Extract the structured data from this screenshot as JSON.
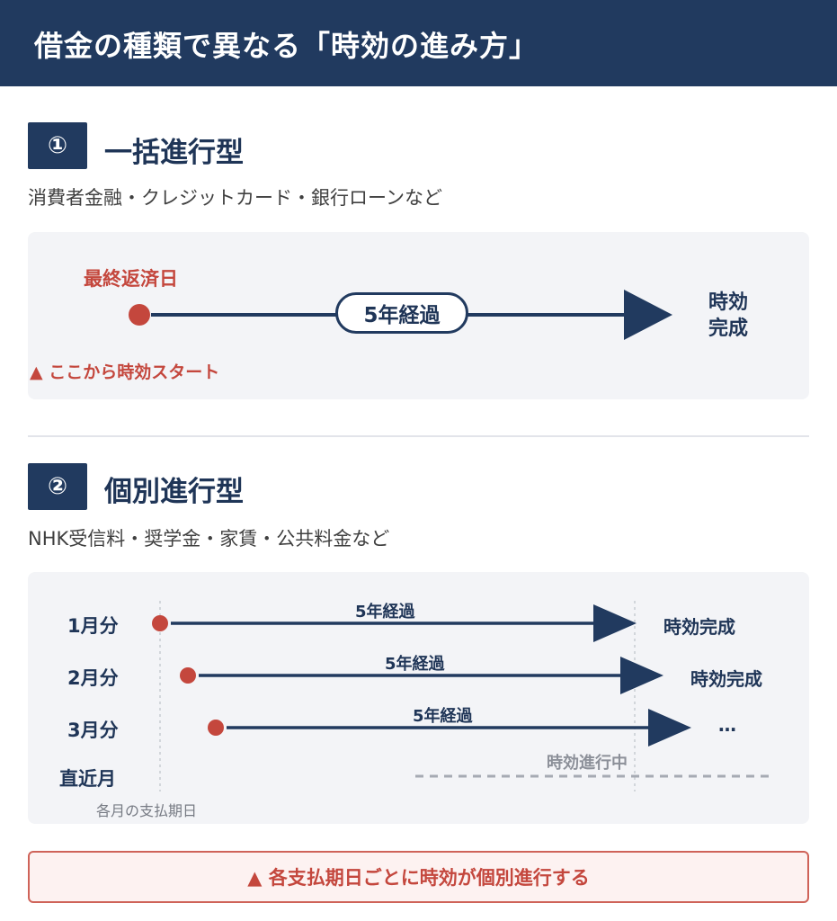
{
  "header": {
    "title": "借金の種類で異なる「時効の進み方」"
  },
  "section1": {
    "badge": "①",
    "title": "一括進行型",
    "subtitle": "消費者金融・クレジットカード・銀行ローンなど",
    "start_label": "最終返済日",
    "period_label": "5年経過",
    "end_label_line1": "時効",
    "end_label_line2": "完成",
    "start_note": "▲ ここから時効スタート"
  },
  "section2": {
    "badge": "②",
    "title": "個別進行型",
    "subtitle": "NHK受信料・奨学金・家賃・公共料金など",
    "rows": [
      {
        "label": "1月分",
        "period": "5年経過",
        "end": "時効完成"
      },
      {
        "label": "2月分",
        "period": "5年経過",
        "end": "時効完成"
      },
      {
        "label": "3月分",
        "period": "5年経過",
        "end": "…"
      },
      {
        "label": "直近月",
        "period": "時効進行中",
        "end": ""
      }
    ],
    "axis_caption": "各月の支払期日"
  },
  "notice": {
    "text": "▲ 各支払期日ごとに時効が個別進行する"
  },
  "colors": {
    "navy": "#213a5f",
    "accent_red": "#c4473d",
    "panel": "#f3f4f7"
  }
}
